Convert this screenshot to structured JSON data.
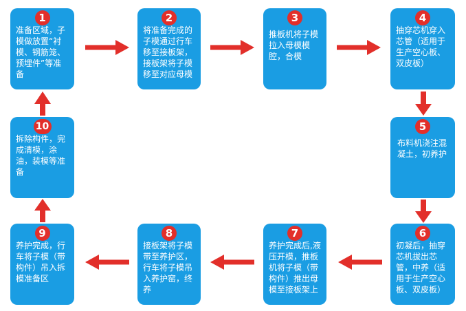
{
  "steps": [
    {
      "num": "1",
      "text": "准备区域，子模做放置“衬模、钢筋笼、预埋件”等准备"
    },
    {
      "num": "2",
      "text": "将准备完成的子模通过行车移至接板架，接板架将子模移至对应母模"
    },
    {
      "num": "3",
      "text": "推板机将子模拉入母模模腔，合模"
    },
    {
      "num": "4",
      "text": "抽穿芯机穿入芯管（适用于生产空心板、双皮板）"
    },
    {
      "num": "5",
      "text": "布料机浇注混凝土，初养护"
    },
    {
      "num": "6",
      "text": "初凝后，抽穿芯机拔出芯管，中养（适用于生产空心板、双皮板）"
    },
    {
      "num": "7",
      "text": "养护完成后,液压开模，推板机将子模（带构件）推出母模至接板架上"
    },
    {
      "num": "8",
      "text": "接板架将子模带至养护区，行车将子模吊入养护窑，终养"
    },
    {
      "num": "9",
      "text": "养护完成，行车将子模（带构件）吊入拆模准备区"
    },
    {
      "num": "10",
      "text": "拆除构件，完成清模，涂油，装模等准备"
    }
  ],
  "colors": {
    "box": "#1a9de3",
    "badge": "#e22f2a",
    "arrow": "#e22f2a"
  }
}
